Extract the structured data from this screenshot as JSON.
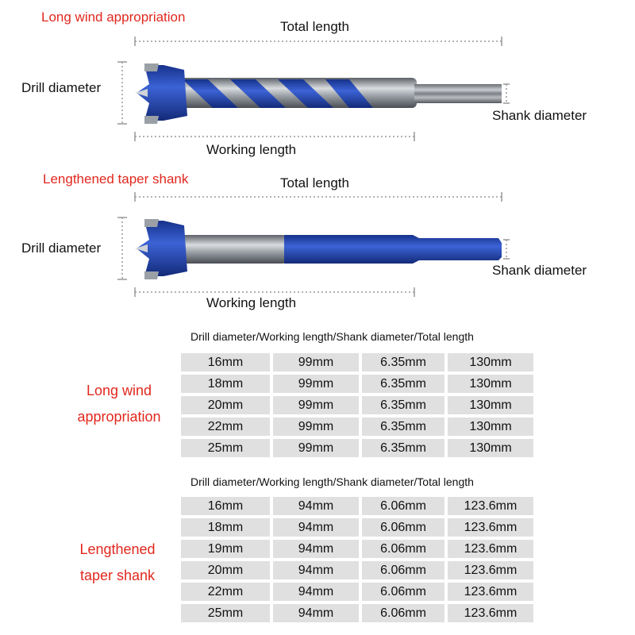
{
  "diagram1": {
    "title": "Long wind appropriation",
    "total_length": "Total length",
    "drill_diameter": "Drill diameter",
    "working_length": "Working length",
    "shank_diameter": "Shank diameter"
  },
  "diagram2": {
    "title": "Lengthened taper shank",
    "total_length": "Total length",
    "drill_diameter": "Drill diameter",
    "working_length": "Working length",
    "shank_diameter": "Shank diameter"
  },
  "table1": {
    "header": "Drill diameter/Working length/Shank diameter/Total length",
    "side_label_line1": "Long wind",
    "side_label_line2": "appropriation",
    "rows": [
      [
        "16mm",
        "99mm",
        "6.35mm",
        "130mm"
      ],
      [
        "18mm",
        "99mm",
        "6.35mm",
        "130mm"
      ],
      [
        "20mm",
        "99mm",
        "6.35mm",
        "130mm"
      ],
      [
        "22mm",
        "99mm",
        "6.35mm",
        "130mm"
      ],
      [
        "25mm",
        "99mm",
        "6.35mm",
        "130mm"
      ]
    ]
  },
  "table2": {
    "header": "Drill diameter/Working length/Shank diameter/Total length",
    "side_label_line1": "Lengthened",
    "side_label_line2": "taper shank",
    "rows": [
      [
        "16mm",
        "94mm",
        "6.06mm",
        "123.6mm"
      ],
      [
        "18mm",
        "94mm",
        "6.06mm",
        "123.6mm"
      ],
      [
        "19mm",
        "94mm",
        "6.06mm",
        "123.6mm"
      ],
      [
        "20mm",
        "94mm",
        "6.06mm",
        "123.6mm"
      ],
      [
        "22mm",
        "94mm",
        "6.06mm",
        "123.6mm"
      ],
      [
        "25mm",
        "94mm",
        "6.06mm",
        "123.6mm"
      ]
    ]
  },
  "colors": {
    "title_red": "#e0281e",
    "drill_blue": "#1f3fae",
    "steel": "#8a8f96",
    "cell_gray": "#e0e0e0"
  }
}
